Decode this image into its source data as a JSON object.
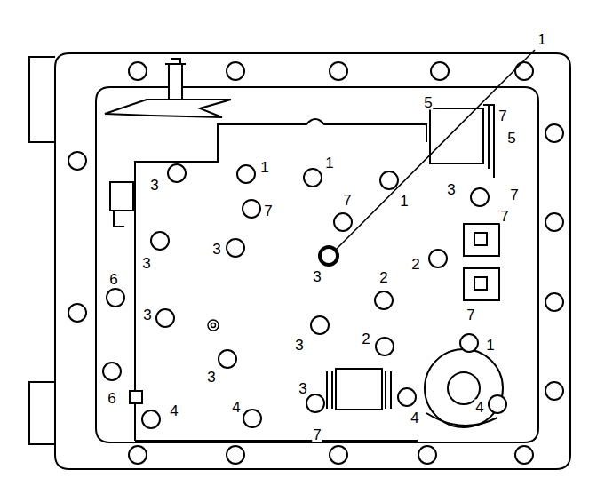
{
  "diagram": {
    "labels": [
      "1",
      "5",
      "7",
      "5",
      "1",
      "1",
      "3",
      "7",
      "7",
      "1",
      "3",
      "7",
      "7",
      "3",
      "2",
      "3",
      "6",
      "3",
      "2",
      "7",
      "3",
      "3",
      "2",
      "1",
      "3",
      "3",
      "6",
      "4",
      "4",
      "4",
      "4",
      "7"
    ]
  }
}
